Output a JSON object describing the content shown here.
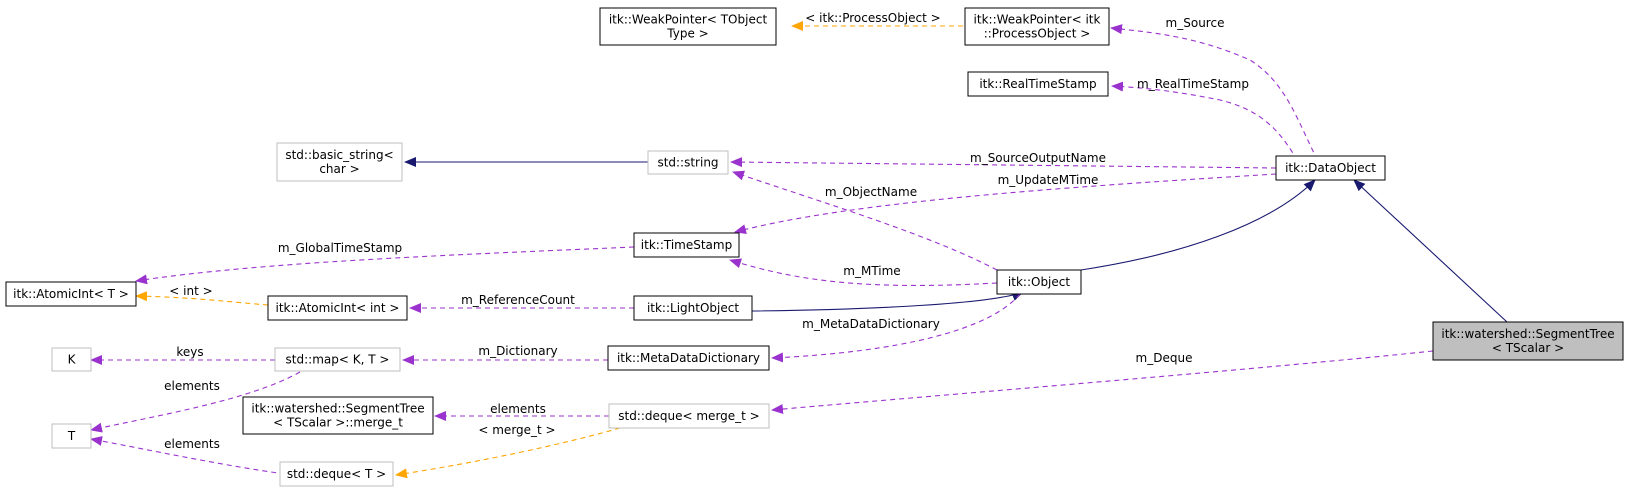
{
  "nodes": {
    "weak_tobject": {
      "lines": [
        "itk::WeakPointer< TObject",
        "Type >"
      ],
      "style": "normal"
    },
    "weak_process": {
      "lines": [
        "itk::WeakPointer< itk",
        "::ProcessObject >"
      ],
      "style": "normal"
    },
    "realtimestamp": {
      "lines": [
        "itk::RealTimeStamp"
      ],
      "style": "normal"
    },
    "basic_string": {
      "lines": [
        "std::basic_string<",
        "char >"
      ],
      "style": "external"
    },
    "std_string": {
      "lines": [
        "std::string"
      ],
      "style": "external"
    },
    "dataobject": {
      "lines": [
        "itk::DataObject"
      ],
      "style": "normal"
    },
    "timestamp": {
      "lines": [
        "itk::TimeStamp"
      ],
      "style": "normal"
    },
    "atomicint_t": {
      "lines": [
        "itk::AtomicInt< T >"
      ],
      "style": "normal"
    },
    "atomicint_int": {
      "lines": [
        "itk::AtomicInt< int >"
      ],
      "style": "normal"
    },
    "lightobject": {
      "lines": [
        "itk::LightObject"
      ],
      "style": "normal"
    },
    "object": {
      "lines": [
        "itk::Object"
      ],
      "style": "normal"
    },
    "segmenttree": {
      "lines": [
        "itk::watershed::SegmentTree",
        "< TScalar >"
      ],
      "style": "focus"
    },
    "k": {
      "lines": [
        "K"
      ],
      "style": "external"
    },
    "std_map": {
      "lines": [
        "std::map< K, T >"
      ],
      "style": "external"
    },
    "metadatadict": {
      "lines": [
        "itk::MetaDataDictionary"
      ],
      "style": "normal"
    },
    "merge_t": {
      "lines": [
        "itk::watershed::SegmentTree",
        "< TScalar >::merge_t"
      ],
      "style": "normal"
    },
    "deque_merge": {
      "lines": [
        "std::deque< merge_t >"
      ],
      "style": "external"
    },
    "t": {
      "lines": [
        "T"
      ],
      "style": "external"
    },
    "deque_t": {
      "lines": [
        "std::deque< T >"
      ],
      "style": "external"
    }
  },
  "edges": [
    {
      "id": "source",
      "kind": "usage",
      "label": "m_Source"
    },
    {
      "id": "processobject_tpl",
      "kind": "template",
      "label": "< itk::ProcessObject >"
    },
    {
      "id": "realtimestamp",
      "kind": "usage",
      "label": "m_RealTimeStamp"
    },
    {
      "id": "sourceoutputname",
      "kind": "usage",
      "label": "m_SourceOutputName"
    },
    {
      "id": "updatemtime",
      "kind": "usage",
      "label": "m_UpdateMTime"
    },
    {
      "id": "string_inherit",
      "kind": "inherit",
      "label": ""
    },
    {
      "id": "objectname",
      "kind": "usage",
      "label": "m_ObjectName"
    },
    {
      "id": "object_to_data",
      "kind": "inherit",
      "label": ""
    },
    {
      "id": "segtree_to_data",
      "kind": "inherit",
      "label": ""
    },
    {
      "id": "globaltimestamp",
      "kind": "usage",
      "label": "m_GlobalTimeStamp"
    },
    {
      "id": "int_tpl",
      "kind": "template",
      "label": "< int >"
    },
    {
      "id": "mtime",
      "kind": "usage",
      "label": "m_MTime"
    },
    {
      "id": "referencecount",
      "kind": "usage",
      "label": "m_ReferenceCount"
    },
    {
      "id": "light_to_object",
      "kind": "inherit",
      "label": ""
    },
    {
      "id": "metadatadictionary",
      "kind": "usage",
      "label": "m_MetaDataDictionary"
    },
    {
      "id": "keys",
      "kind": "usage",
      "label": "keys"
    },
    {
      "id": "dictionary",
      "kind": "usage",
      "label": "m_Dictionary"
    },
    {
      "id": "deque",
      "kind": "usage",
      "label": "m_Deque"
    },
    {
      "id": "map_elements",
      "kind": "usage",
      "label": "elements"
    },
    {
      "id": "deque_elements",
      "kind": "usage",
      "label": "elements"
    },
    {
      "id": "merge_t_tpl",
      "kind": "template",
      "label": "< merge_t >"
    },
    {
      "id": "dequet_elements",
      "kind": "usage",
      "label": "elements"
    }
  ],
  "colors": {
    "inheritance": "#191970",
    "usage": "#9a32cd",
    "template": "#ffa500",
    "focus_fill": "#bfbfbf",
    "external_border": "#bfbfbf"
  }
}
